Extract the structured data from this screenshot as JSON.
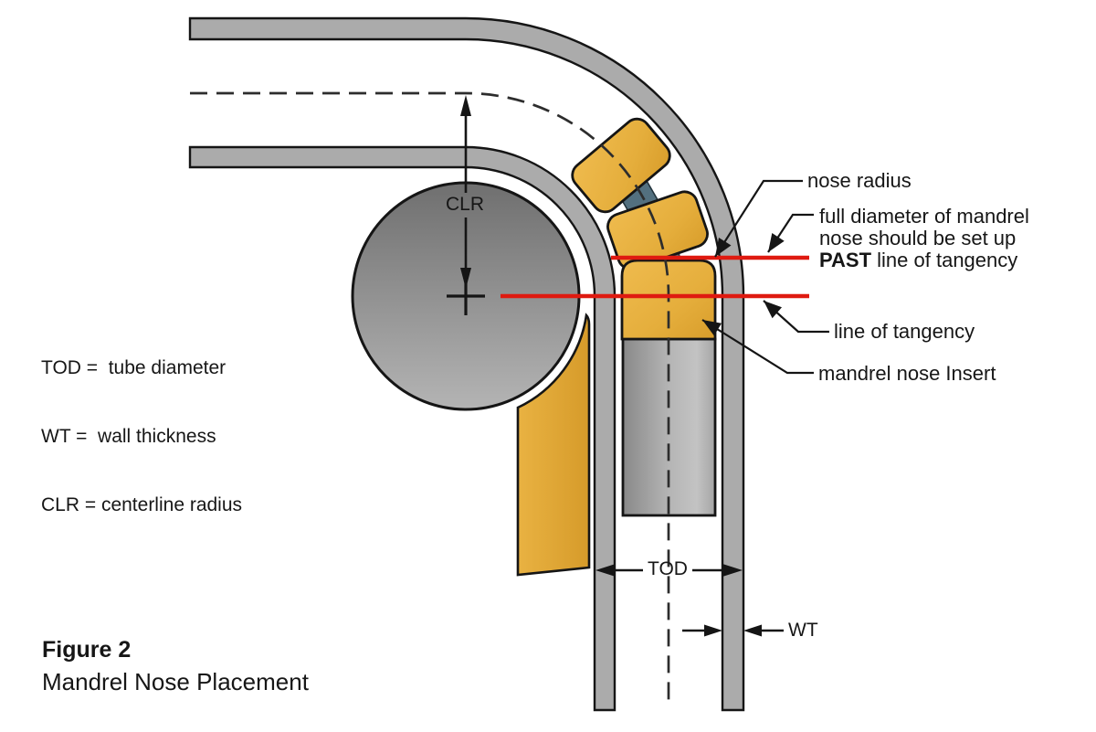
{
  "figure": {
    "number": "Figure 2",
    "title": "Mandrel Nose Placement"
  },
  "legend": {
    "line1": "TOD =  tube diameter",
    "line2": "WT =  wall thickness",
    "line3": "CLR = centerline radius"
  },
  "dimension_labels": {
    "clr": "CLR",
    "tod": "TOD",
    "wt": "WT"
  },
  "callouts": {
    "nose_radius": "nose radius",
    "full_diameter": {
      "line1": "full diameter of mandrel",
      "line2": "nose should be set up",
      "line3_emphasis": "PAST",
      "line3_rest": " line of tangency"
    },
    "line_of_tangency": "line of tangency",
    "mandrel_nose_insert": "mandrel nose Insert"
  },
  "colors": {
    "tube_wall_gray": "#ababab",
    "bend_die_gray_top": "#757575",
    "bend_die_gray_bottom": "#b4b4b4",
    "mandrel_gold": "#e5ae3c",
    "mandrel_gold_dark": "#d89d2b",
    "link_slate": "#53707f",
    "tangency_red": "#df1a10",
    "outline_black": "#151515",
    "centerline_gray": "#2d2d2d"
  }
}
